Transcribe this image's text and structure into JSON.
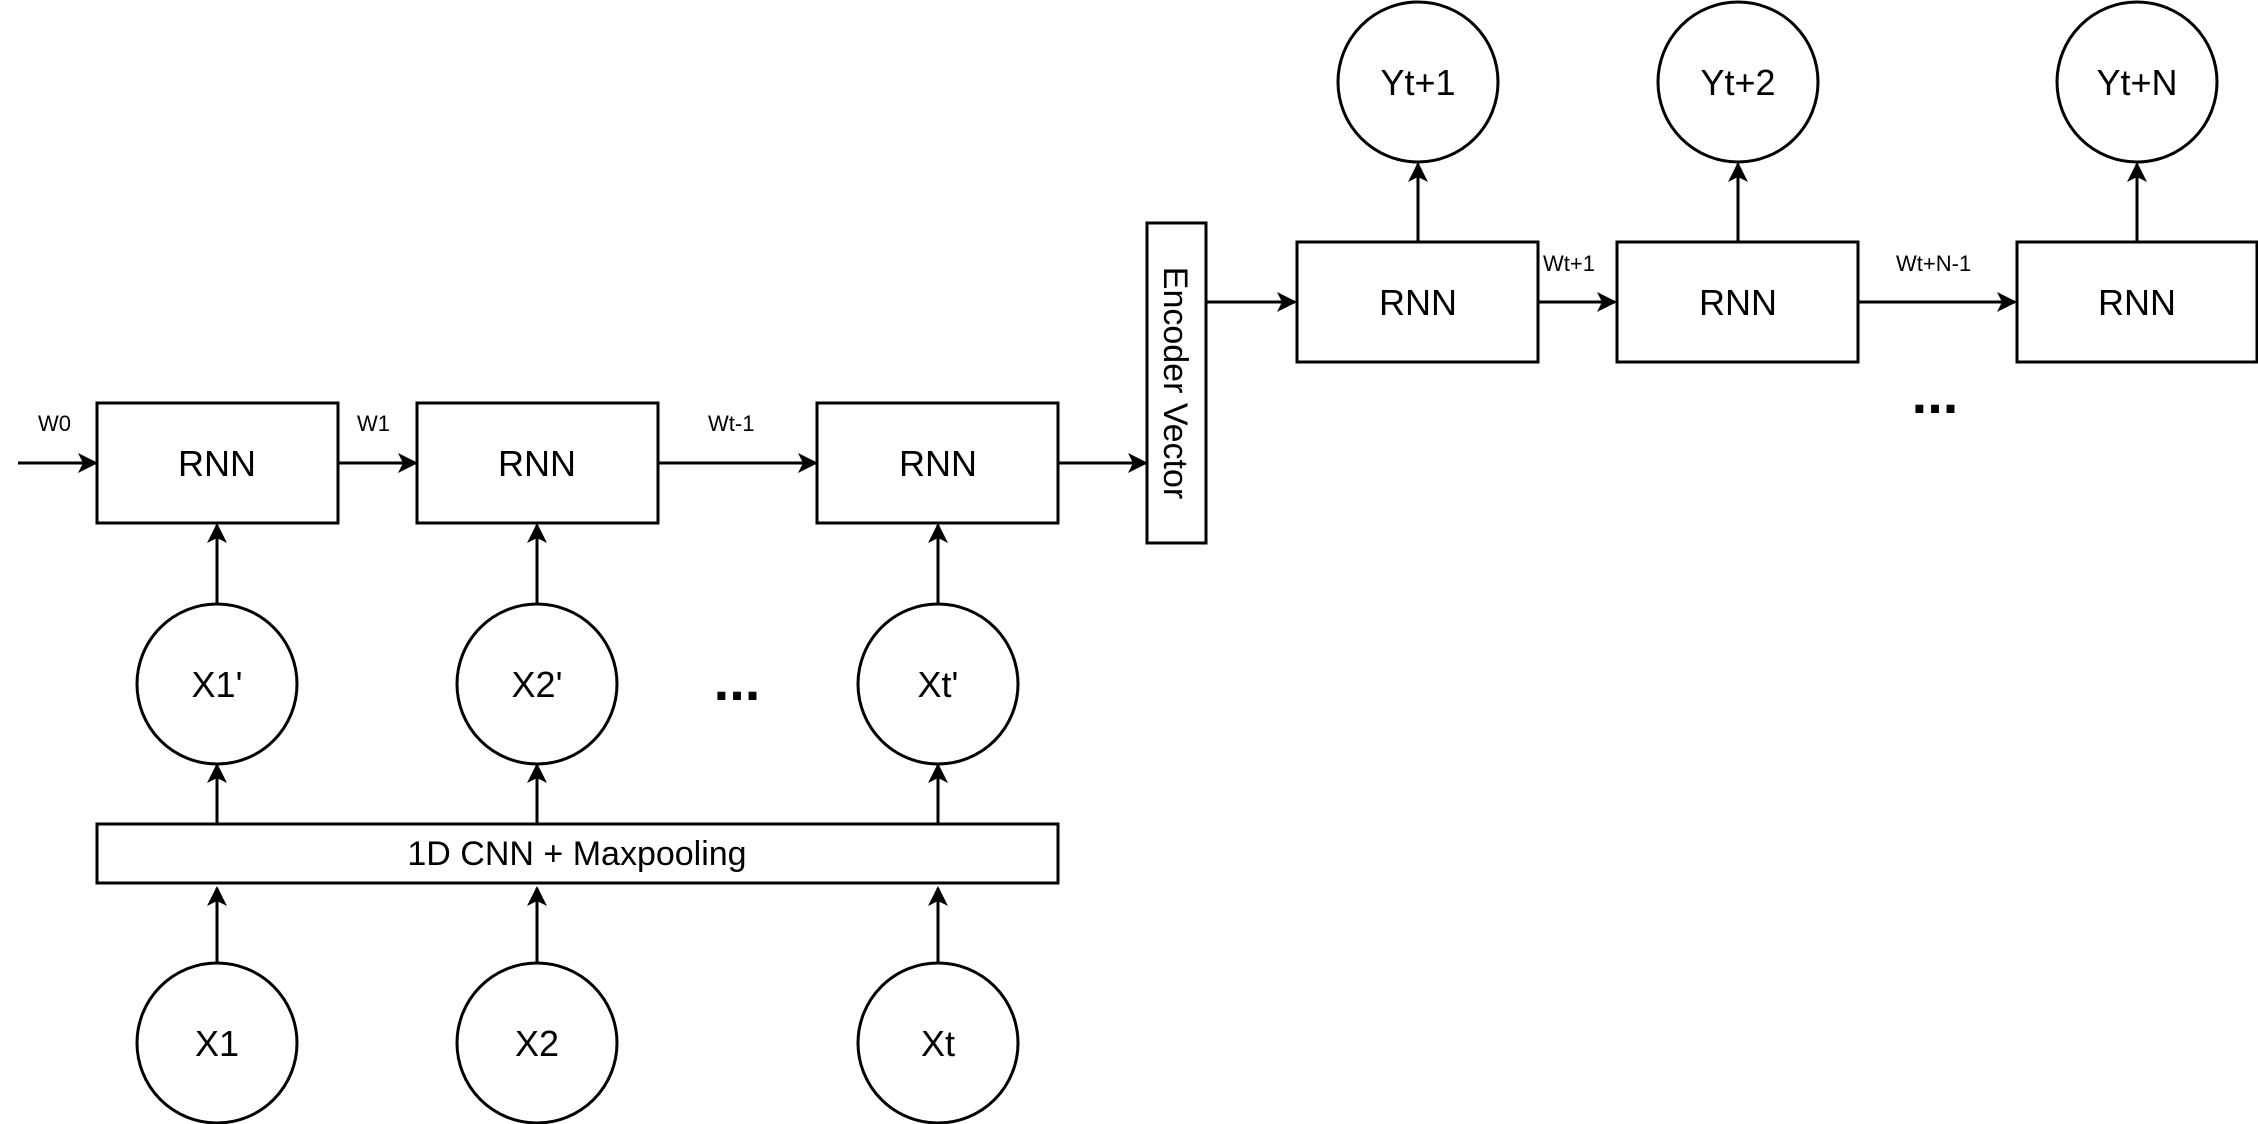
{
  "encoder": {
    "rnn_label": "RNN",
    "inputs_raw": [
      "X1",
      "X2",
      "Xt"
    ],
    "inputs_processed": [
      "X1'",
      "X2'",
      "Xt'"
    ],
    "cnn_label": "1D CNN + Maxpooling",
    "weights": [
      "W0",
      "W1",
      "Wt-1"
    ],
    "ellipsis": "...",
    "vector_label": "Encoder Vector"
  },
  "decoder": {
    "rnn_label": "RNN",
    "outputs": [
      "Yt+1",
      "Yt+2",
      "Yt+N"
    ],
    "weights": [
      "Wt+1",
      "Wt+N-1"
    ],
    "ellipsis": "..."
  }
}
